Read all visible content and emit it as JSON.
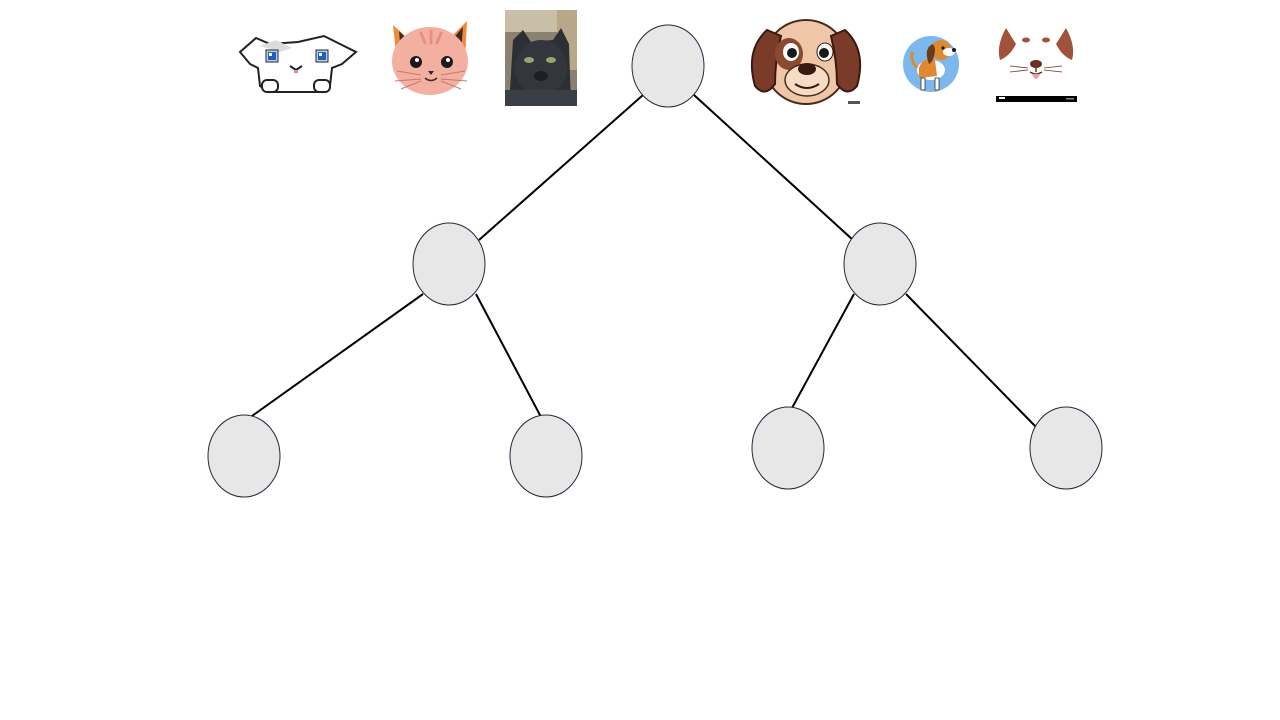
{
  "colors": {
    "node_fill": "#e7e7e8",
    "node_stroke": "#1f2d3d",
    "edge": "#000000",
    "background": "#ffffff"
  },
  "images": [
    {
      "name": "pixel-white-cat-image",
      "kind": "cat",
      "style": "pixel"
    },
    {
      "name": "cartoon-orange-cat-image",
      "kind": "cat",
      "style": "cartoon"
    },
    {
      "name": "photo-black-cat-image",
      "kind": "cat",
      "style": "photo"
    },
    {
      "name": "cartoon-brown-dog-image",
      "kind": "dog",
      "style": "cartoon"
    },
    {
      "name": "cartoon-beagle-image",
      "kind": "dog",
      "style": "cartoon"
    },
    {
      "name": "dog-face-sketch-image",
      "kind": "dog",
      "style": "sketch"
    }
  ],
  "tree": {
    "levels": [
      1,
      2,
      4
    ],
    "node_label_texts": []
  }
}
